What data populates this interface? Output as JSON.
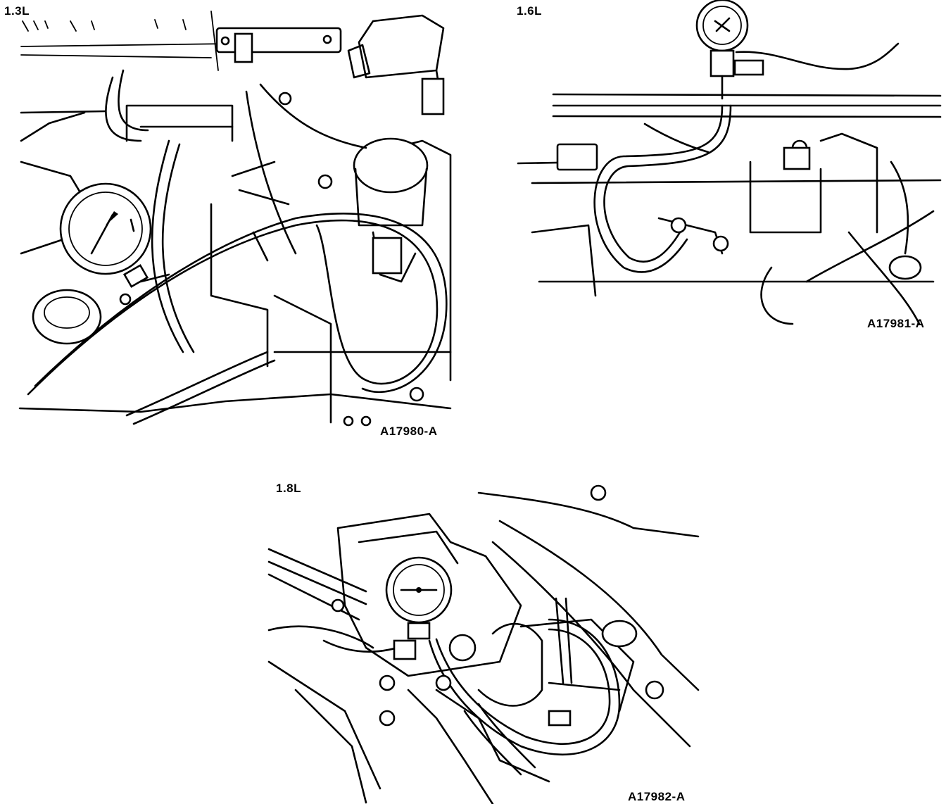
{
  "panels": [
    {
      "engine_label": "1.3L",
      "figure_id": "A17980-A"
    },
    {
      "engine_label": "1.6L",
      "figure_id": "A17981-A"
    },
    {
      "engine_label": "1.8L",
      "figure_id": "A17982-A"
    }
  ],
  "icons": {
    "gauge": "pressure-gauge-icon",
    "hose": "hose-icon",
    "filler_cap": "filler-cap-icon"
  }
}
